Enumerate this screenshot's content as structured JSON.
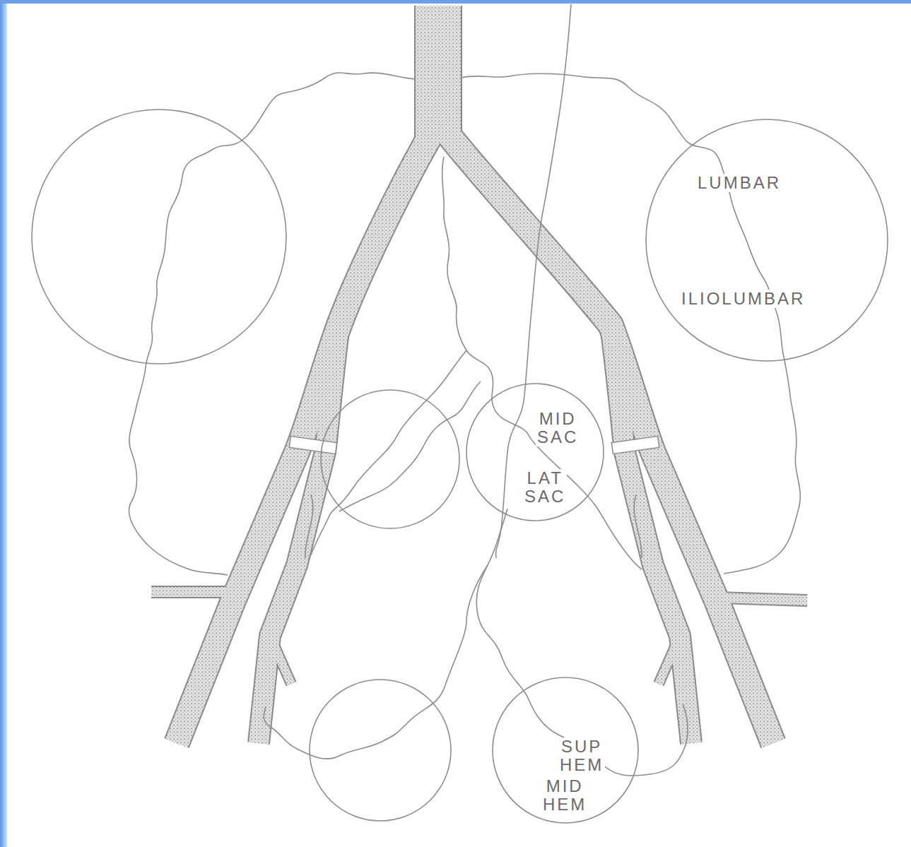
{
  "diagram": {
    "nodes": [
      {
        "text": [
          "LUMBAR",
          "ILIOLUMBAR"
        ]
      },
      {
        "text": [
          "MID SAC",
          "LAT SAC"
        ]
      },
      {
        "text": [
          "SUP HEM",
          "MID HEM"
        ]
      }
    ]
  }
}
